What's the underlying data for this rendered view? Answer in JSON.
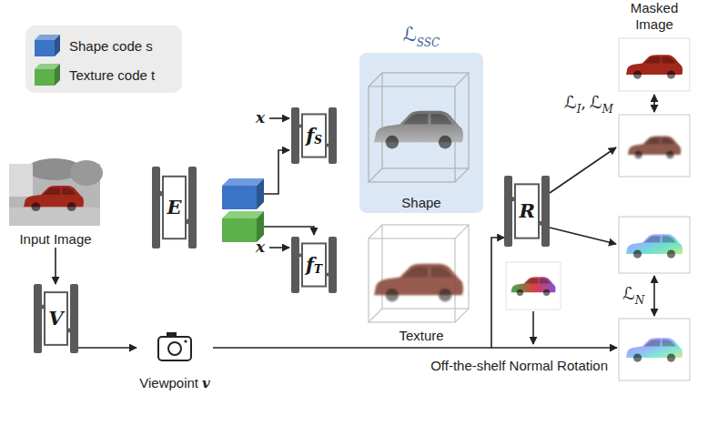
{
  "diagram": {
    "nodes": [
      {
        "text": [
          "Input Image"
        ]
      },
      {
        "text": [
          "E"
        ]
      },
      {
        "text": [
          "f",
          "S"
        ]
      },
      {
        "text": [
          "f",
          "T"
        ]
      },
      {
        "text": [
          "ℒ",
          "SSC"
        ]
      },
      {
        "text": [
          "Shape"
        ],
        "in": 4
      },
      {
        "text": [
          "Texture"
        ]
      },
      {
        "text": [
          "V"
        ]
      },
      {
        "text": [
          "Viewpoint",
          "v"
        ]
      },
      {
        "text": [
          "R"
        ]
      },
      {
        "text": [
          "Masked Image"
        ]
      }
    ],
    "edges": [
      {
        "from": 0,
        "to": 7,
        "arrow": "to"
      },
      {
        "from": 7,
        "to": 8,
        "arrow": "to"
      },
      {
        "from": 8,
        "to": 9,
        "arrow": "to"
      }
    ],
    "labels": [
      "x",
      "x",
      "ℒ",
      "I",
      ",",
      "ℒ",
      "M",
      "ℒ",
      "N",
      "Off-the-shelf Normal Rotation"
    ],
    "legend": [
      {
        "text": "Shape code s",
        "color": "#3b73c6"
      },
      {
        "text": "Texture code t",
        "color": "#5db04a"
      }
    ]
  }
}
